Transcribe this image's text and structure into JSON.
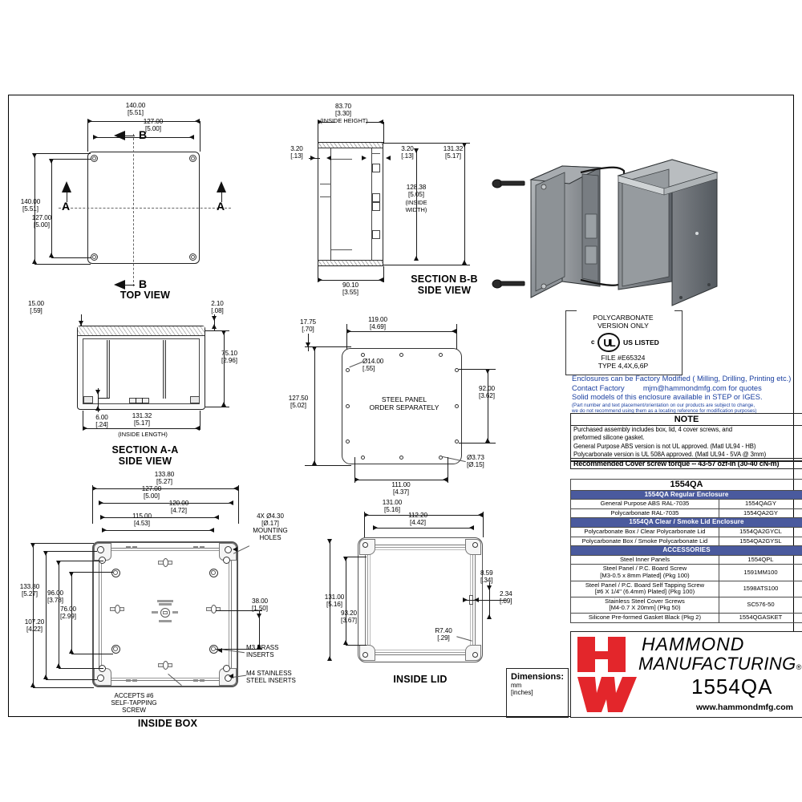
{
  "sheet": {
    "part_number": "1554QA",
    "dimensions_label": "Dimensions:",
    "dimensions_units_mm": "mm",
    "dimensions_units_in": "[inches]",
    "accent_blue": "#4a5a9e",
    "note_blue_text": "#1a3fa0",
    "logo_red": "#e3262b"
  },
  "top_view": {
    "title": "TOP VIEW",
    "width_overall": "140.00",
    "width_overall_in": "[5.51]",
    "width_holes": "127.00",
    "width_holes_in": "[5.00]",
    "height_overall": "140.00",
    "height_overall_in": "[5.51]",
    "height_holes": "127.00",
    "height_holes_in": "[5.00]",
    "section_a": "A",
    "section_b": "B"
  },
  "section_aa": {
    "title_line1": "SECTION A-A",
    "title_line2": "SIDE VIEW",
    "lip_left": "15.00",
    "lip_left_in": "[.59]",
    "lid_thk": "2.10",
    "lid_thk_in": "[.08]",
    "height": "75.10",
    "height_in": "[2.96]",
    "boss": "6.00",
    "boss_in": "[.24]",
    "inside_length": "131.32",
    "inside_length_in": "[5.17]",
    "inside_length_note": "(INSIDE LENGTH)"
  },
  "section_bb": {
    "title_line1": "SECTION B-B",
    "title_line2": "SIDE VIEW",
    "inside_height": "83.70",
    "inside_height_in": "[3.30]",
    "inside_height_note": "(INSIDE HEIGHT)",
    "wall_left": "3.20",
    "wall_left_in": "[.13]",
    "wall_right": "3.20",
    "wall_right_in": "[.13]",
    "outer_width": "131.32",
    "outer_width_in": "[5.17]",
    "inside_width": "128.38",
    "inside_width_in": "[5.05]",
    "inside_width_note_1": "(INSIDE",
    "inside_width_note_2": "WIDTH)",
    "overall_height": "90.10",
    "overall_height_in": "[3.55]"
  },
  "steel_panel": {
    "label_line1": "STEEL PANEL",
    "label_line2": "ORDER SEPARATELY",
    "offset_left": "17.75",
    "offset_left_in": "[.70]",
    "width_top": "119.00",
    "width_top_in": "[4.69]",
    "hole_large": "Ø14.00",
    "hole_large_in": "[.55]",
    "height_left": "127.50",
    "height_left_in": "[5.02]",
    "height_right": "92.00",
    "height_right_in": "[3.62]",
    "width_bottom": "111.00",
    "width_bottom_in": "[4.37]",
    "hole_small": "Ø3.73",
    "hole_small_in": "[Ø.15]"
  },
  "inside_box": {
    "title": "INSIDE BOX",
    "d_133_80": "133.80",
    "d_133_80_in": "[5.27]",
    "d_127_00": "127.00",
    "d_127_00_in": "[5.00]",
    "d_120_00": "120.00",
    "d_120_00_in": "[4.72]",
    "d_115_00": "115.00",
    "d_115_00_in": "[4.53]",
    "v_133_80": "133.80",
    "v_133_80_in": "[5.27]",
    "v_107_20": "107.20",
    "v_107_20_in": "[4.22]",
    "v_96_00": "96.00",
    "v_96_00_in": "[3.78]",
    "v_76_00": "76.00",
    "v_76_00_in": "[2.99]",
    "d_38_00": "38.00",
    "d_38_00_in": "[1.50]",
    "mount_holes_1": "4X Ø4.30",
    "mount_holes_2": "[Ø.17]",
    "mount_holes_3": "MOUNTING",
    "mount_holes_4": "HOLES",
    "m3_1": "M3 BRASS",
    "m3_2": "INSERTS",
    "m4_1": "M4 STAINLESS",
    "m4_2": "STEEL INSERTS",
    "screw_1": "ACCEPTS #6",
    "screw_2": "SELF-TAPPING",
    "screw_3": "SCREW"
  },
  "inside_lid": {
    "title": "INSIDE LID",
    "d_131_00_w": "131.00",
    "d_131_00_w_in": "[5.16]",
    "d_112_20": "112.20",
    "d_112_20_in": "[4.42]",
    "d_131_00_h": "131.00",
    "d_131_00_h_in": "[5.16]",
    "d_93_20": "93.20",
    "d_93_20_in": "[3.67]",
    "d_8_59": "8.59",
    "d_8_59_in": "[.34]",
    "d_2_34": "2.34",
    "d_2_34_in": "[.09]",
    "radius": "R7.40",
    "radius_in": "[.29]"
  },
  "ul_block": {
    "line1": "POLYCARBONATE",
    "line2": "VERSION ONLY",
    "mark_left": "c",
    "mark_right": "US LISTED",
    "file": "FILE #E65324",
    "type": "TYPE 4,4X,6,6P"
  },
  "factory_note": {
    "line1": "Enclosures can be Factory Modified ( Milling, Drilling, Printing etc.)",
    "line2_a": "Contact Factory",
    "line2_b": "mjm@hammondmfg.com for quotes",
    "line3": "Solid models of this enclosure available in STEP or IGES.",
    "small1": "(Part number and text placement/orientation on our products are subject to change,",
    "small2": "we do not recommend using them as a locating reference for modification purposes)"
  },
  "note_block": {
    "heading": "NOTE",
    "line1": "Purchased  assembly includes box, lid, 4 cover screws, and",
    "line2": "preformed silicone gasket.",
    "line3": "General Purpose ABS version is not UL approved. (Matl UL94 - HB)",
    "line4": "Polycarbonate version is UL 508A approved. (Matl UL94 - 5VA  @ 3mm)",
    "torque": "Recommended Cover screw torque -- 43-57 ozf-in (30-40 cN-m)"
  },
  "parts_table": {
    "title": "1554QA",
    "sections": [
      {
        "header": "1554QA Regular Enclosure",
        "rows": [
          {
            "desc": "General Purpose ABS RAL-7035",
            "pn": "1554QAGY"
          },
          {
            "desc": "Polycarbonate RAL-7035",
            "pn": "1554QA2GY"
          }
        ]
      },
      {
        "header": "1554QA Clear / Smoke Lid Enclosure",
        "rows": [
          {
            "desc": "Polycarbonate Box / Clear Polycarbonate Lid",
            "pn": "1554QA2GYCL"
          },
          {
            "desc": "Polycarbonate Box / Smoke Polycarbonate Lid",
            "pn": "1554QA2GYSL"
          }
        ]
      },
      {
        "header": "ACCESSORIES",
        "rows": [
          {
            "desc": "Steel Inner Panels",
            "pn": "1554QPL"
          },
          {
            "desc": "Steel Panel / P.C. Board Screw\n[M3-0.5 x 8mm Plated]  (Pkg 100)",
            "pn": "1591MM100"
          },
          {
            "desc": "Steel Panel / P.C. Board Self Tapping Screw\n[#6 X 1/4\" (6.4mm) Plated] (Pkg 100)",
            "pn": "1598ATS100"
          },
          {
            "desc": "Stainless Steel Cover Screws\n[M4-0.7 X 20mm]  (Pkg 50)",
            "pn": "SC576-50"
          },
          {
            "desc": "Silicone Pre-formed Gasket Black (Pkg 2)",
            "pn": "1554QGASKET"
          }
        ]
      }
    ]
  },
  "brand": {
    "name_line1": "HAMMOND",
    "name_line2": "MANUFACTURING",
    "registered": "®",
    "part": "1554QA",
    "url": "www.hammondmfg.com"
  }
}
